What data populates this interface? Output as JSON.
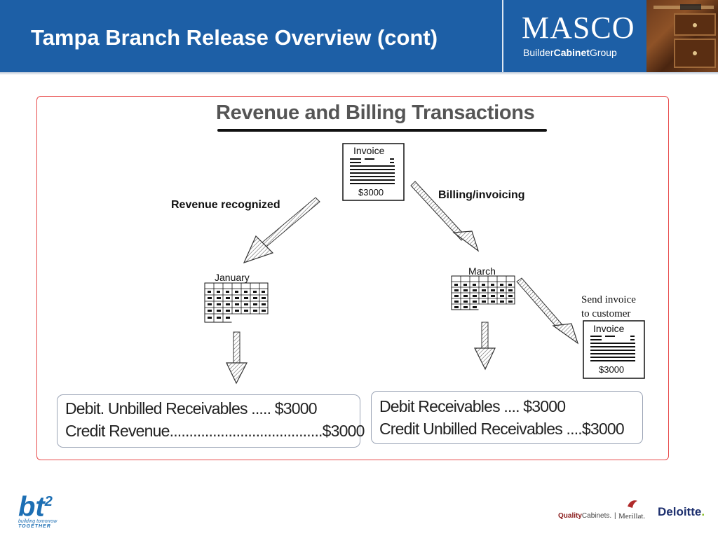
{
  "header": {
    "title": "Tampa Branch Release Overview (cont)",
    "logo_main": "MASCO",
    "logo_sub_a": "Builder",
    "logo_sub_b": "Cabinet",
    "logo_sub_c": "Group"
  },
  "diagram": {
    "title": "Revenue and Billing Transactions",
    "invoice_top": {
      "label": "Invoice",
      "amount": "$3000"
    },
    "invoice_right": {
      "label": "Invoice",
      "amount": "$3000"
    },
    "label_revenue": "Revenue recognized",
    "label_billing": "Billing/invoicing",
    "calendar_january": "January",
    "calendar_march": "March",
    "send_invoice_line1": "Send invoice",
    "send_invoice_line2": "to customer",
    "box_left": {
      "line1": "Debit. Unbilled Receivables ..... $3000",
      "line2": "Credit Revenue.......................................$3000"
    },
    "box_right": {
      "line1": "Debit Receivables .... $3000",
      "line2": "Credit Unbilled Receivables ....$3000"
    }
  },
  "footer": {
    "bt2_logo": "bt",
    "bt2_sup": "2",
    "bt2_tagline_1": "building tomorrow",
    "bt2_tagline_2": "TOGETHER",
    "quality_a": "Quality",
    "quality_b": "Cabinets.",
    "merillat": "Merillat.",
    "deloitte": "Deloitte"
  },
  "colors": {
    "header_blue": "#1d5fa6",
    "frame_red": "#e84b4b",
    "deloitte_navy": "#1d2f6e",
    "deloitte_green": "#86bc25"
  }
}
